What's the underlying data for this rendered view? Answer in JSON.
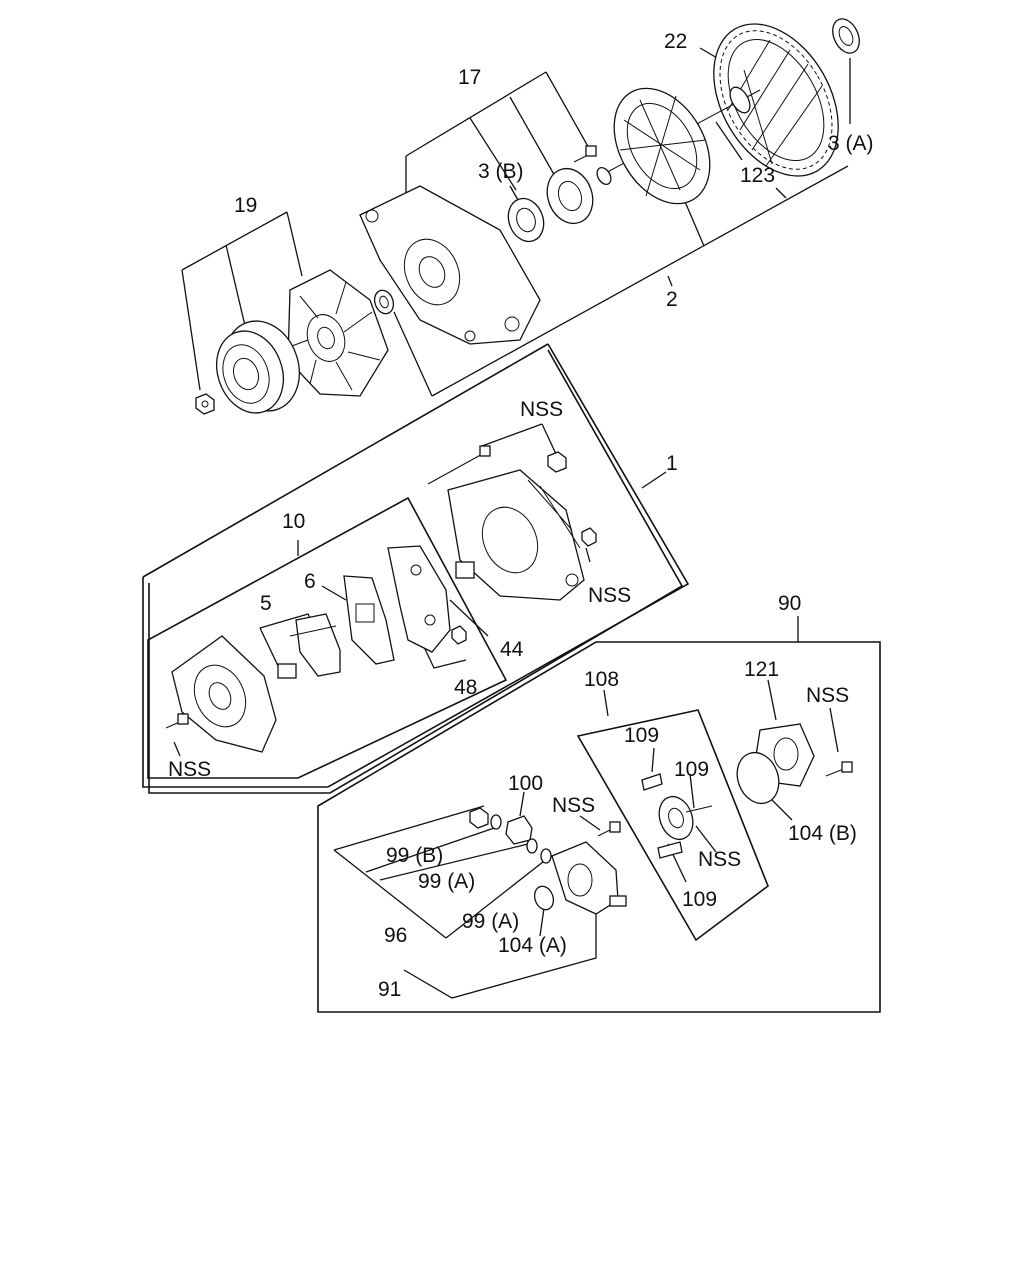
{
  "labels": {
    "l17": "17",
    "l22": "22",
    "l19": "19",
    "l3b": "3 (B)",
    "l3a": "3 (A)",
    "l123": "123",
    "l2": "2",
    "l1": "1",
    "nss_top": "NSS",
    "nss_mid": "NSS",
    "l10": "10",
    "l6": "6",
    "l5": "5",
    "l44": "44",
    "l48": "48",
    "nss_left": "NSS",
    "l90": "90",
    "l121": "121",
    "nss_right": "NSS",
    "l108": "108",
    "l109a": "109",
    "l109b": "109",
    "nss_brush": "NSS",
    "l109c": "109",
    "l104b": "104 (B)",
    "l100": "100",
    "nss_reg": "NSS",
    "l99b": "99 (B)",
    "l99a1": "99 (A)",
    "l99a2": "99 (A)",
    "l104a": "104 (A)",
    "l96": "96",
    "l91": "91"
  }
}
